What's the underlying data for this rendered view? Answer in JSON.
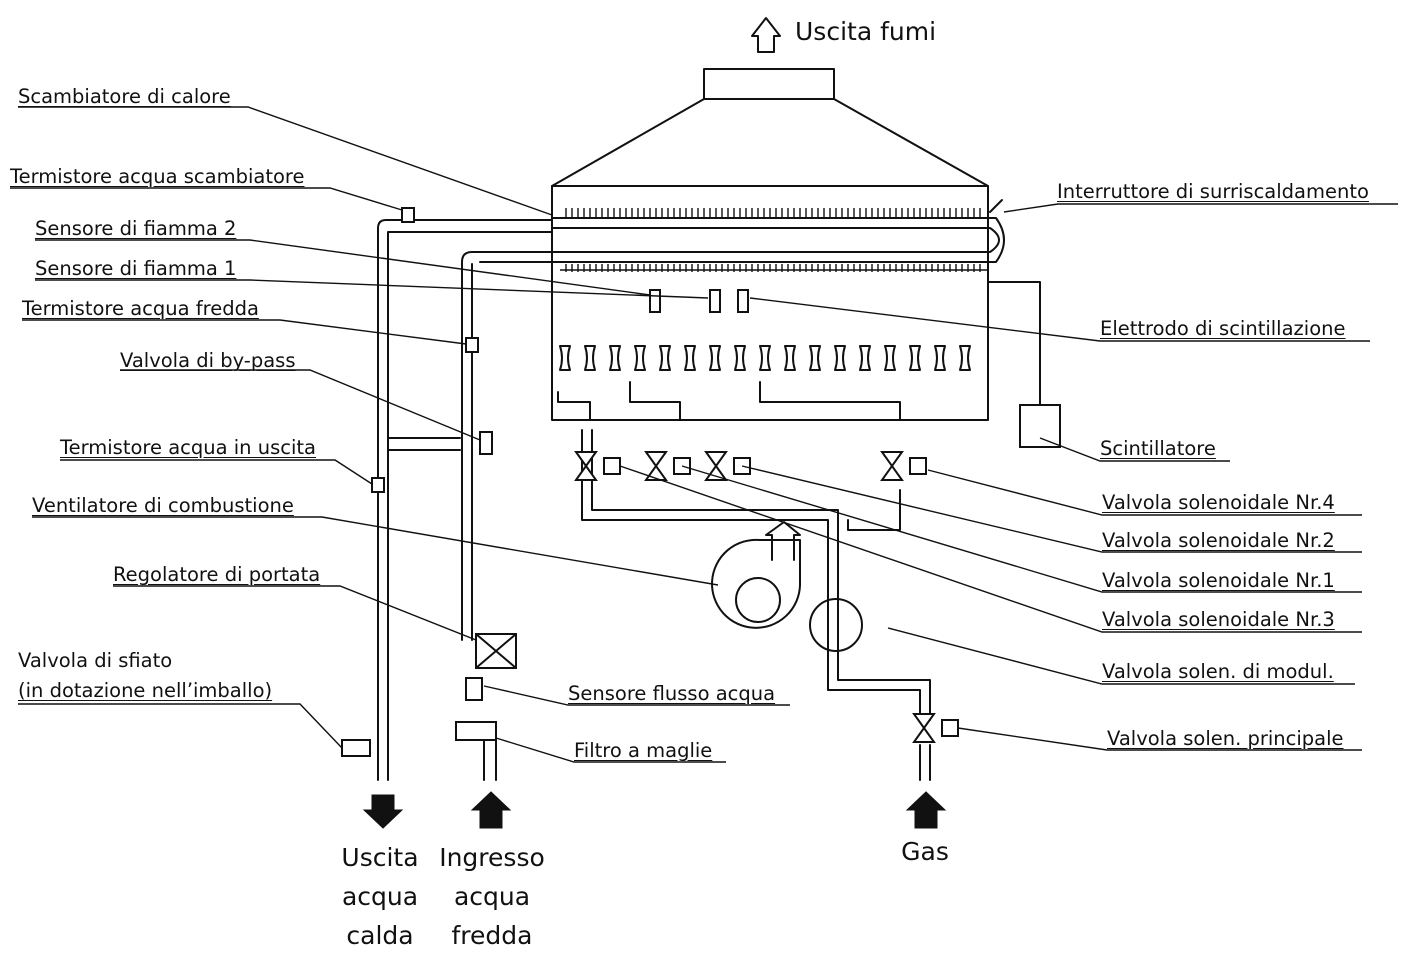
{
  "outputs": {
    "flue": "Uscita fumi",
    "hot_water": [
      "Uscita",
      "acqua",
      "calda"
    ],
    "cold_water": [
      "Ingresso",
      "acqua",
      "fredda"
    ],
    "gas": "Gas"
  },
  "labels": {
    "heat_exchanger": "Scambiatore di calore",
    "exchanger_thermistor": "Termistore acqua scambiatore",
    "flame_sensor_2": "Sensore di fiamma 2",
    "flame_sensor_1": "Sensore di fiamma 1",
    "cold_water_thermistor": "Termistore acqua fredda",
    "bypass_valve": "Valvola di by-pass",
    "outlet_thermistor": "Termistore acqua in uscita",
    "combustion_fan": "Ventilatore di combustione",
    "flow_regulator": "Regolatore di portata",
    "vent_valve": "Valvola di sfiato",
    "vent_valve_note": "(in dotazione nell’imballo)",
    "overheat_switch": "Interruttore di surriscaldamento",
    "spark_electrode": "Elettrodo di scintillazione",
    "igniter": "Scintillatore",
    "solenoid_4": "Valvola solenoidale Nr.4",
    "solenoid_2": "Valvola solenoidale Nr.2",
    "solenoid_1": "Valvola solenoidale Nr.1",
    "solenoid_3": "Valvola solenoidale Nr.3",
    "modulating_solenoid": "Valvola solen. di modul.",
    "main_solenoid": "Valvola solen. principale",
    "flow_sensor": "Sensore flusso acqua",
    "mesh_filter": "Filtro a maglie"
  }
}
